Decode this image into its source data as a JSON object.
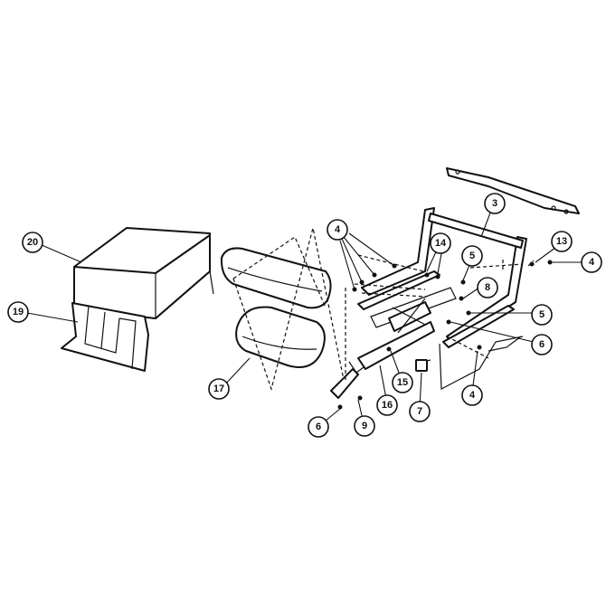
{
  "callouts": [
    "20",
    "19",
    "17",
    "4",
    "14",
    "3",
    "13",
    "4",
    "5",
    "8",
    "5",
    "6",
    "4",
    "7",
    "15",
    "16",
    "9",
    "6"
  ],
  "colors": {
    "line": "#111111",
    "background": "#ffffff"
  }
}
